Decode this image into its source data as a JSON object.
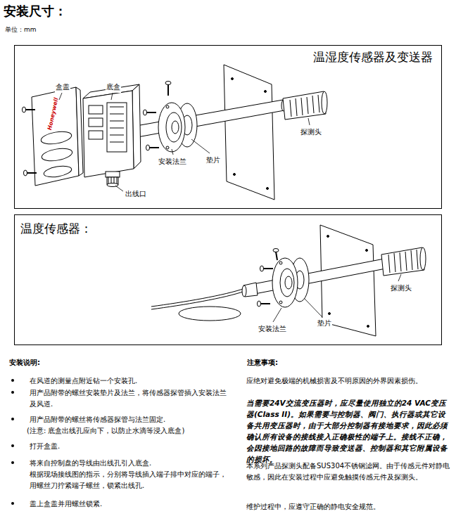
{
  "diagram": {
    "title": "安装尺寸：",
    "nodes": [
      {
        "text": [
          "温湿度传感器及变送器"
        ]
      },
      {
        "text": [
          "温度传感器："
        ]
      }
    ],
    "labels": [
      "单位：mm",
      "盒盖",
      "底盒",
      "Honeywell",
      "安装法兰",
      "垫片",
      "探测头",
      "出线口",
      "安装法兰",
      "垫片",
      "探测头",
      "安装说明:",
      "在风道的测量点附近钻一个安装孔.",
      "用产品附带的螺丝安装垫片及法兰，将传感器探管插入安装法兰及风道.",
      "用产品附带的螺丝将传感器探管与法兰固定.",
      "(注意: 底盒出线孔应向下，以防止水滴等浸入底盒)",
      "打开盒盖.",
      "将来自控制盘的导线由出线孔引入底盒.",
      "根据现场接线图的指示，分别将导线插入端子排中对应的端子，用螺丝刀拧紧端子螺丝，锁紧出线孔.",
      "盖上盒盖并用螺丝锁紧.",
      "注意事项:",
      "应绝对避免极端的机械损害及不明原因的外界因素损伤。",
      "当需要24V交流变压器时，应尽量使用独立的24 VAC变压器(Class II)。如果需要与控制器、阀门、执行器或其它设备共用变压器时，由于大部分控制器有接地要求，因此必须确认所有设备的接线接入正确极性的端子上。接线不正确，会因接地回路的故障而导致变送器、控制器和其它附属设备的损坏。",
      "本系列产品探测头配备SUS304不锈钢滤网。由于传感元件对静电敏感，因此在安装过程中应避免触摸传感元件及探测头。",
      "维护过程中，应遵守正确的静电安全规范。"
    ]
  }
}
